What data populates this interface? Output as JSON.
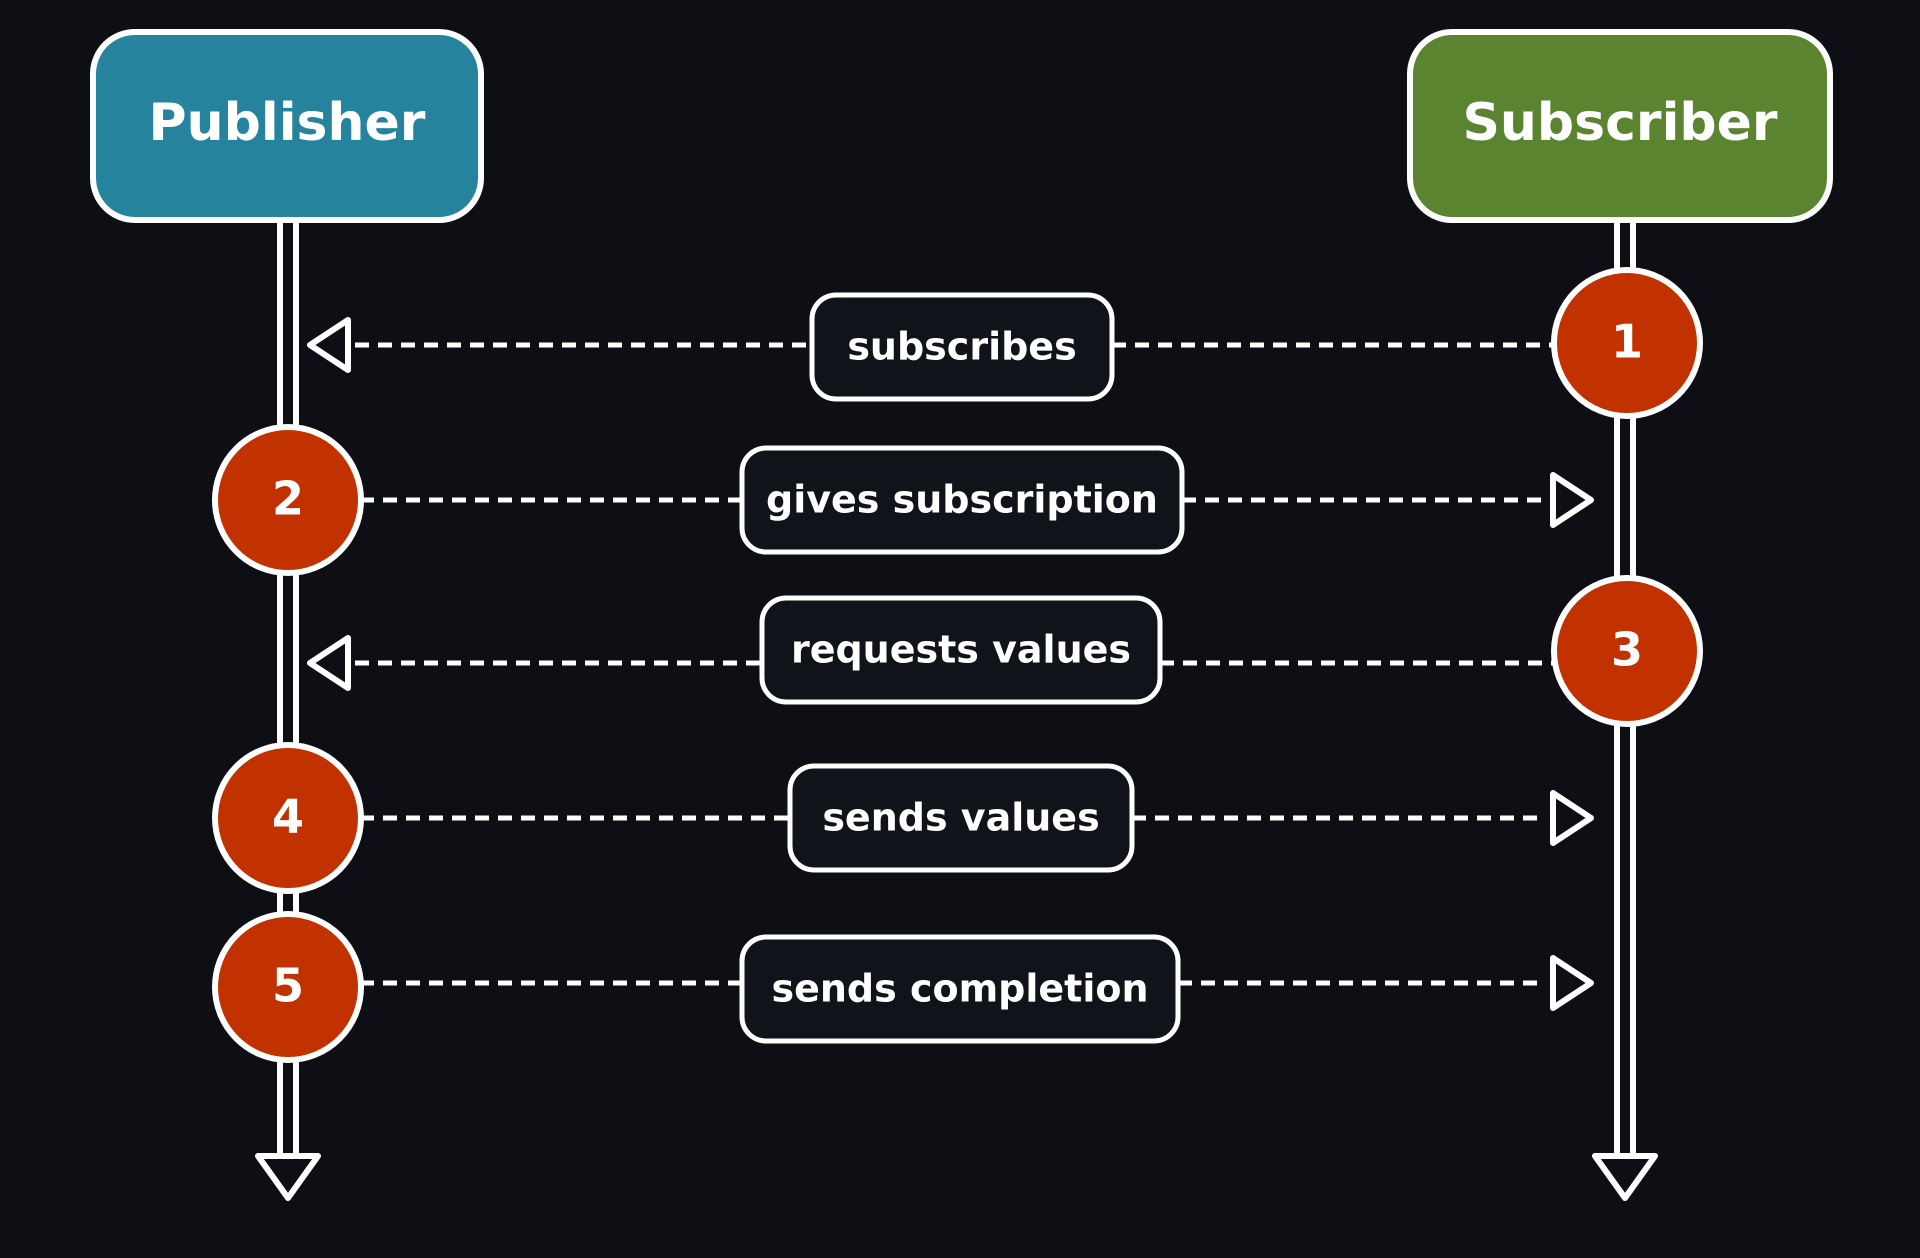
{
  "colors": {
    "background": "#0e0f14",
    "publisher": "#26839e",
    "subscriber": "#5b8431",
    "step": "#c23200",
    "stroke": "#ffffff",
    "message_box": "#11131a"
  },
  "actors": {
    "publisher": {
      "label": "Publisher"
    },
    "subscriber": {
      "label": "Subscriber"
    }
  },
  "messages": [
    {
      "step": "1",
      "label": "subscribes",
      "from": "subscriber",
      "to": "publisher"
    },
    {
      "step": "2",
      "label": "gives subscription",
      "from": "publisher",
      "to": "subscriber"
    },
    {
      "step": "3",
      "label": "requests values",
      "from": "subscriber",
      "to": "publisher"
    },
    {
      "step": "4",
      "label": "sends values",
      "from": "publisher",
      "to": "subscriber"
    },
    {
      "step": "5",
      "label": "sends completion",
      "from": "publisher",
      "to": "subscriber"
    }
  ]
}
